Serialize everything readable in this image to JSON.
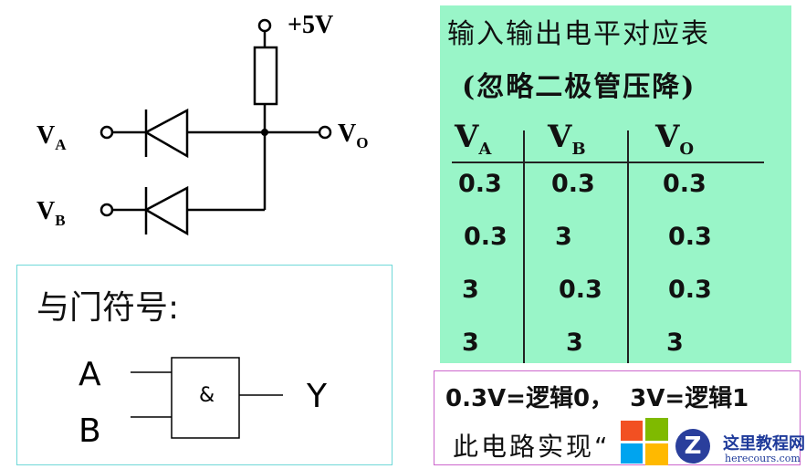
{
  "circuit": {
    "supply_label": "+5V",
    "input_a": "V",
    "input_a_sub": "A",
    "input_b": "V",
    "input_b_sub": "B",
    "output": "V",
    "output_sub": "O"
  },
  "and_gate": {
    "title": "与门符号:",
    "input_a": "A",
    "input_b": "B",
    "output": "Y",
    "symbol": "&"
  },
  "table": {
    "title": "输入输出电平对应表",
    "subtitle": "(忽略二极管压降)",
    "headers": [
      {
        "main": "V",
        "sub": "A"
      },
      {
        "main": "V",
        "sub": "B"
      },
      {
        "main": "V",
        "sub": "O"
      }
    ],
    "rows": [
      [
        "0.3",
        "0.3",
        "0.3"
      ],
      [
        "0.3",
        "3",
        "0.3"
      ],
      [
        "3",
        "0.3",
        "0.3"
      ],
      [
        "3",
        "3",
        "3"
      ]
    ],
    "background": "#99f5c8"
  },
  "note": {
    "line1": "0.3V=逻辑0，  3V=逻辑1",
    "line2": "此电路实现“"
  },
  "watermark": {
    "name": "这里教程网",
    "url": "herecours.com"
  }
}
